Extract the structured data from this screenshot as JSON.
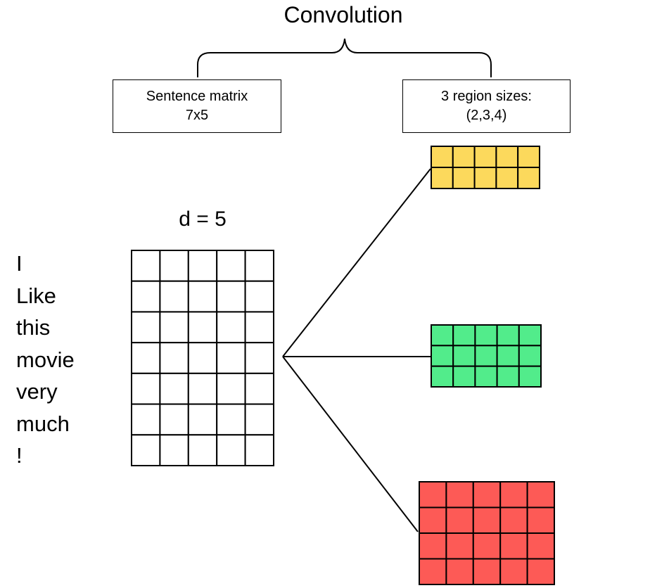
{
  "title": "Convolution",
  "left_box": {
    "line1": "Sentence matrix",
    "line2": "7x5"
  },
  "right_box": {
    "line1": "3 region sizes:",
    "line2": "(2,3,4)"
  },
  "dimension_label": "d = 5",
  "sentence_words": [
    "I",
    "Like",
    "this",
    "movie",
    "very",
    "much",
    "!"
  ],
  "sentence_matrix": {
    "rows": 7,
    "cols": 5
  },
  "region_filters": [
    {
      "rows": 2,
      "cols": 5,
      "color": "#fcd95c"
    },
    {
      "rows": 3,
      "cols": 5,
      "color": "#52ec8b"
    },
    {
      "rows": 4,
      "cols": 5,
      "color": "#fd5a56"
    }
  ]
}
